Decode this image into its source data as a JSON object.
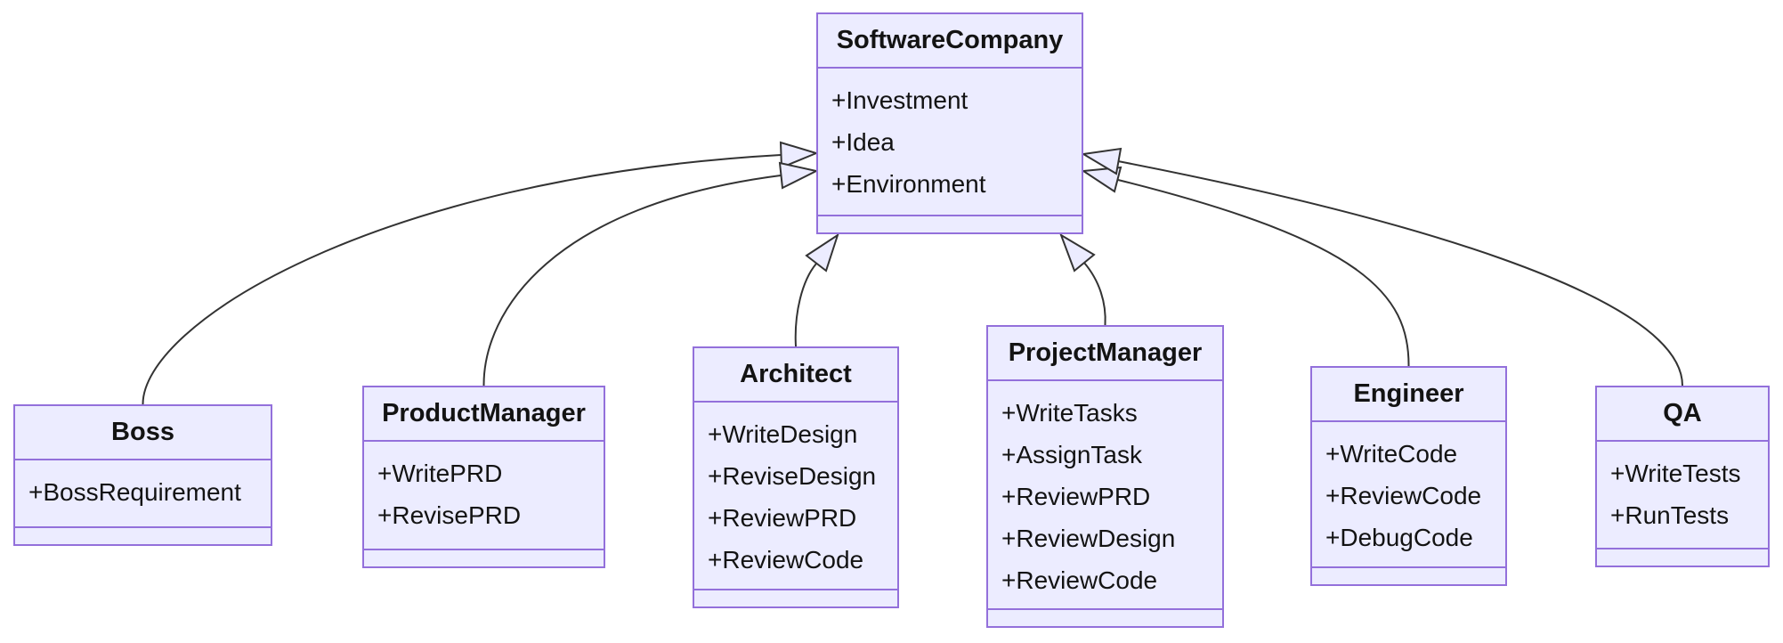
{
  "diagram": {
    "kind": "uml-class-diagram",
    "colors": {
      "background": "#FFFFFF",
      "node_fill": "#ECECFF",
      "node_border": "#9370DB",
      "arrow_fill": "#ECECFF",
      "edge": "#333333",
      "text": "#131313"
    },
    "classes": [
      {
        "name": "SoftwareCompany",
        "attributes": [
          "+Investment",
          "+Idea",
          "+Environment"
        ],
        "methods": []
      },
      {
        "name": "Boss",
        "attributes": [
          "+BossRequirement"
        ],
        "methods": []
      },
      {
        "name": "ProductManager",
        "attributes": [
          "+WritePRD",
          "+RevisePRD"
        ],
        "methods": []
      },
      {
        "name": "Architect",
        "attributes": [
          "+WriteDesign",
          "+ReviseDesign",
          "+ReviewPRD",
          "+ReviewCode"
        ],
        "methods": []
      },
      {
        "name": "ProjectManager",
        "attributes": [
          "+WriteTasks",
          "+AssignTask",
          "+ReviewPRD",
          "+ReviewDesign",
          "+ReviewCode"
        ],
        "methods": []
      },
      {
        "name": "Engineer",
        "attributes": [
          "+WriteCode",
          "+ReviewCode",
          "+DebugCode"
        ],
        "methods": []
      },
      {
        "name": "QA",
        "attributes": [
          "+WriteTests",
          "+RunTests"
        ],
        "methods": []
      }
    ],
    "relations": [
      {
        "from": "Boss",
        "to": "SoftwareCompany",
        "type": "inheritance"
      },
      {
        "from": "ProductManager",
        "to": "SoftwareCompany",
        "type": "inheritance"
      },
      {
        "from": "Architect",
        "to": "SoftwareCompany",
        "type": "inheritance"
      },
      {
        "from": "ProjectManager",
        "to": "SoftwareCompany",
        "type": "inheritance"
      },
      {
        "from": "Engineer",
        "to": "SoftwareCompany",
        "type": "inheritance"
      },
      {
        "from": "QA",
        "to": "SoftwareCompany",
        "type": "inheritance"
      }
    ]
  }
}
